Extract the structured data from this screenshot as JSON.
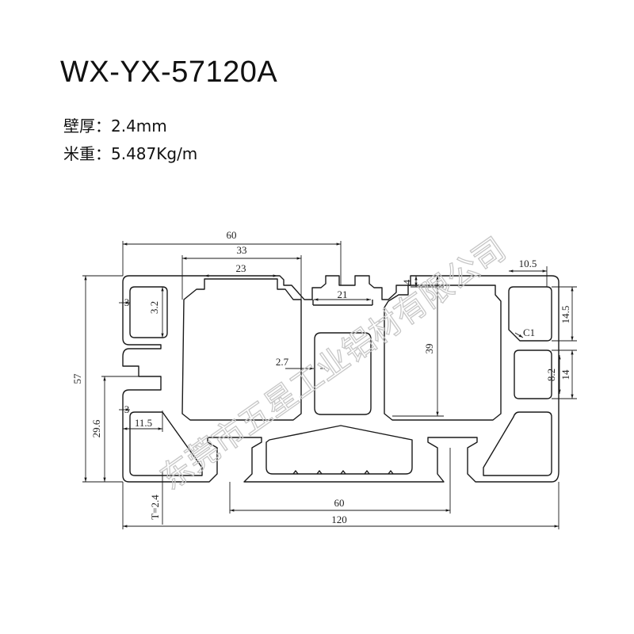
{
  "title": "WX-YX-57120A",
  "specs": {
    "wall_label": "壁厚：",
    "wall_value": "2.4mm",
    "weight_label": "米重：",
    "weight_value": "5.487Kg/m"
  },
  "watermark": "东莞市五星工业铝材有限公司",
  "dimensions": {
    "top_width_60": "60",
    "slot_33": "33",
    "slot_23": "23",
    "slot_21": "21",
    "lip_4": "4",
    "right_10_5": "10.5",
    "right_14_5": "14.5",
    "chamfer_c1": "C1",
    "right_8_2": "8.2",
    "right_14": "14",
    "height_57": "57",
    "left_3_top": "3",
    "left_3_2": "3.2",
    "left_3_bottom": "3",
    "left_11_5": "11.5",
    "left_29_6": "29.6",
    "wall_2_7": "2.7",
    "height_39": "39",
    "bottom_60": "60",
    "bottom_120": "120",
    "thickness_t": "T=2.4"
  },
  "colors": {
    "line": "#1a1a1a",
    "watermark": "#c7c7c7"
  }
}
